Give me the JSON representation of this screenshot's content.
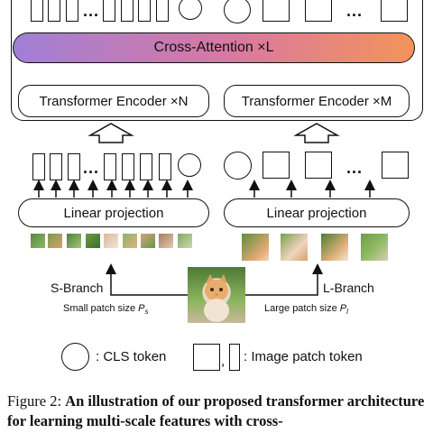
{
  "cross_attention": {
    "label": "Cross-Attention ×L"
  },
  "encoders": {
    "small": "Transformer Encoder ×N",
    "large": "Transformer Encoder ×M"
  },
  "projections": {
    "small": "Linear projection",
    "large": "Linear projection"
  },
  "branches": {
    "small": "S-Branch",
    "large": "L-Branch"
  },
  "patch_sizes": {
    "small_prefix": "Small patch size ",
    "small_var": "P",
    "small_sub": "s",
    "large_prefix": "Large patch size ",
    "large_var": "P",
    "large_sub": "l"
  },
  "legend": {
    "cls": ": CLS token",
    "sep": ",",
    "patch": ": Image patch token"
  },
  "tokens": {
    "dots": "..."
  },
  "caption": {
    "figure": "Figure 2:",
    "bold_text": "An illustration of our proposed transformer architecture for learning multi-scale features with cross-"
  },
  "colors": {
    "gradient_start": "#a07fd6",
    "gradient_mid": "#d979a0",
    "gradient_end": "#f4935a"
  }
}
